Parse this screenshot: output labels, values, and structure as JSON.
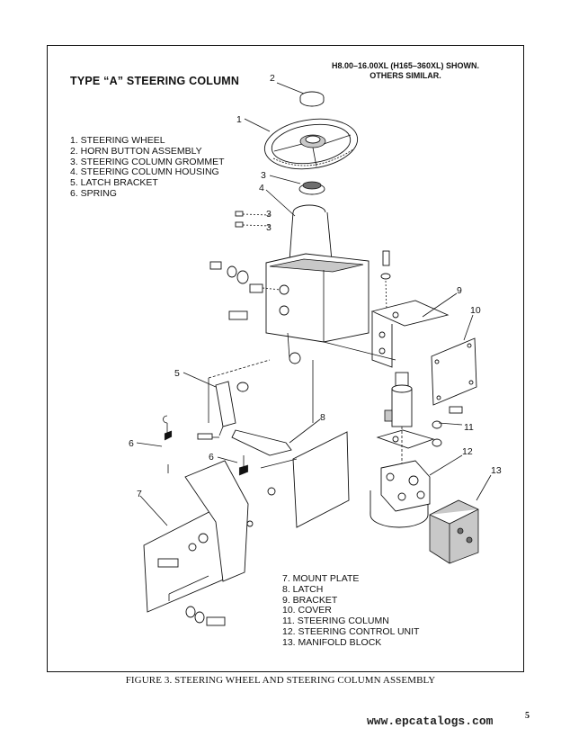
{
  "figure": {
    "title": "TYPE “A” STEERING COLUMN",
    "model_note_line1": "H8.00–16.00XL (H165–360XL) SHOWN.",
    "model_note_line2": "OTHERS SIMILAR.",
    "caption": "FIGURE 3. STEERING WHEEL AND STEERING COLUMN ASSEMBLY"
  },
  "legend_top": [
    "1. STEERING WHEEL",
    "2. HORN BUTTON ASSEMBLY",
    "3. STEERING COLUMN GROMMET",
    "4. STEERING COLUMN HOUSING",
    "5. LATCH BRACKET",
    "6. SPRING"
  ],
  "legend_bottom": [
    "7. MOUNT PLATE",
    "8. LATCH",
    "9. BRACKET",
    "10. COVER",
    "11. STEERING COLUMN",
    "12. STEERING CONTROL UNIT",
    "13. MANIFOLD BLOCK"
  ],
  "callouts": {
    "c1": "1",
    "c2": "2",
    "c3": "3",
    "c3a": "3",
    "c3b": "3",
    "c4": "4",
    "c5": "5",
    "c6a": "6",
    "c6b": "6",
    "c7": "7",
    "c8": "8",
    "c9": "9",
    "c10": "10",
    "c11": "11",
    "c12": "12",
    "c13": "13"
  },
  "footer": {
    "watermark": "www.epcatalogs.com",
    "page_number": "5"
  }
}
